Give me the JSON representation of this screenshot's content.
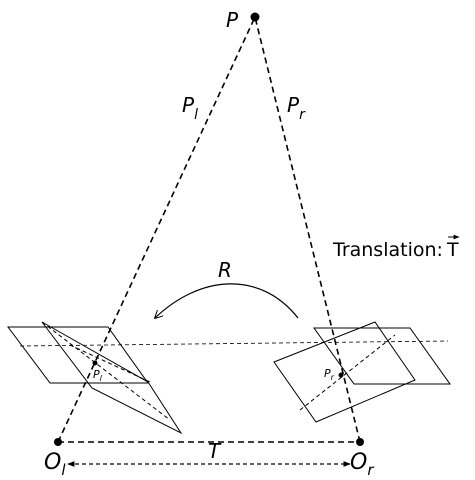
{
  "labels": {
    "P": "P",
    "Pl": {
      "base": "P",
      "sub": "l"
    },
    "Pr": {
      "base": "P",
      "sub": "r"
    },
    "pl_small": {
      "base": "P",
      "sub": "l"
    },
    "pr_small": {
      "base": "P",
      "sub": "r"
    },
    "R": "R",
    "translation": "Translation:",
    "T_vec": "T",
    "Ol": {
      "base": "O",
      "sub": "l"
    },
    "Or": {
      "base": "O",
      "sub": "r"
    },
    "T": "T"
  }
}
